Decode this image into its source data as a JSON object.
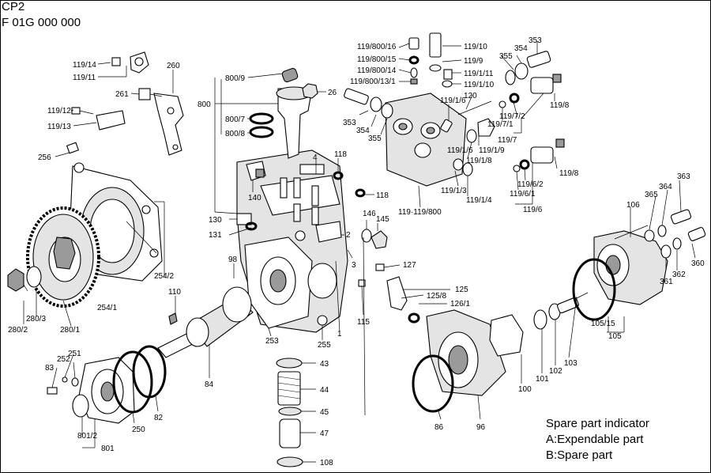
{
  "header": {
    "model": "CP2",
    "part_number": "F 01G 000 000"
  },
  "legend": {
    "title": "Spare part indicator",
    "line_a": "A:Expendable part",
    "line_b": "B:Spare part"
  },
  "callouts": {
    "c119_14": "119/14",
    "c119_11": "119/11",
    "c260": "260",
    "c261": "261",
    "c119_12": "119/12",
    "c119_13": "119/13",
    "c256": "256",
    "c800_9": "800/9",
    "c800": "800",
    "c800_7": "800/7",
    "c800_8": "800/8",
    "c26": "26",
    "c118a": "118",
    "c118b": "118",
    "c4": "4",
    "c140": "140",
    "c130": "130",
    "c131": "131",
    "c98": "98",
    "c110": "110",
    "c254_2": "254/2",
    "c254_1": "254/1",
    "c280_2": "280/2",
    "c280_3": "280/3",
    "c280_1": "280/1",
    "c83": "83",
    "c252": "252",
    "c251": "251",
    "c801_2": "801/2",
    "c801": "801",
    "c250": "250",
    "c82": "82",
    "c84": "84",
    "c253": "253",
    "c255": "255",
    "c1": "1",
    "c43": "43",
    "c44": "44",
    "c45": "45",
    "c47": "47",
    "c108": "108",
    "c2": "2",
    "c3": "3",
    "c115": "115",
    "c146": "146",
    "c145": "145",
    "c127": "127",
    "c125_8": "125/8",
    "c125": "125",
    "c126_1": "126/1",
    "c86": "86",
    "c96": "96",
    "c100": "100",
    "c101": "101",
    "c102": "102",
    "c103": "103",
    "c105_15": "105/15",
    "c105": "105",
    "c119_800_16": "119/800/16",
    "c119_800_15": "119/800/15",
    "c119_800_14": "119/800/14",
    "c119_800_13_1": "119/800/13/1",
    "c119_10": "119/10",
    "c119_9": "119/9",
    "c119_1_11": "119/1/11",
    "c119_1_10": "119/1/10",
    "c353a": "353",
    "c354a": "354",
    "c355a": "355",
    "c353b": "353",
    "c354b": "354",
    "c355b": "355",
    "c119_1_6a": "119/1/6",
    "c120": "120",
    "c119_7_1": "119/7/1",
    "c119_7_2": "119/7/2",
    "c119_7": "119/7",
    "c119_8a": "119/8",
    "c119_1_6b": "119/1/6",
    "c119_1_9": "119/1/9",
    "c119_1_8": "119/1/8",
    "c119_1_3": "119/1/3",
    "c119_1_4": "119/1/4",
    "c119_119_800": "119·119/800",
    "c119_6_2": "119/6/2",
    "c119_6_1": "119/6/1",
    "c119_6": "119/6",
    "c119_8b": "119/8",
    "c106": "106",
    "c363": "363",
    "c365": "365",
    "c364": "364",
    "c360": "360",
    "c361": "361",
    "c362": "362"
  }
}
